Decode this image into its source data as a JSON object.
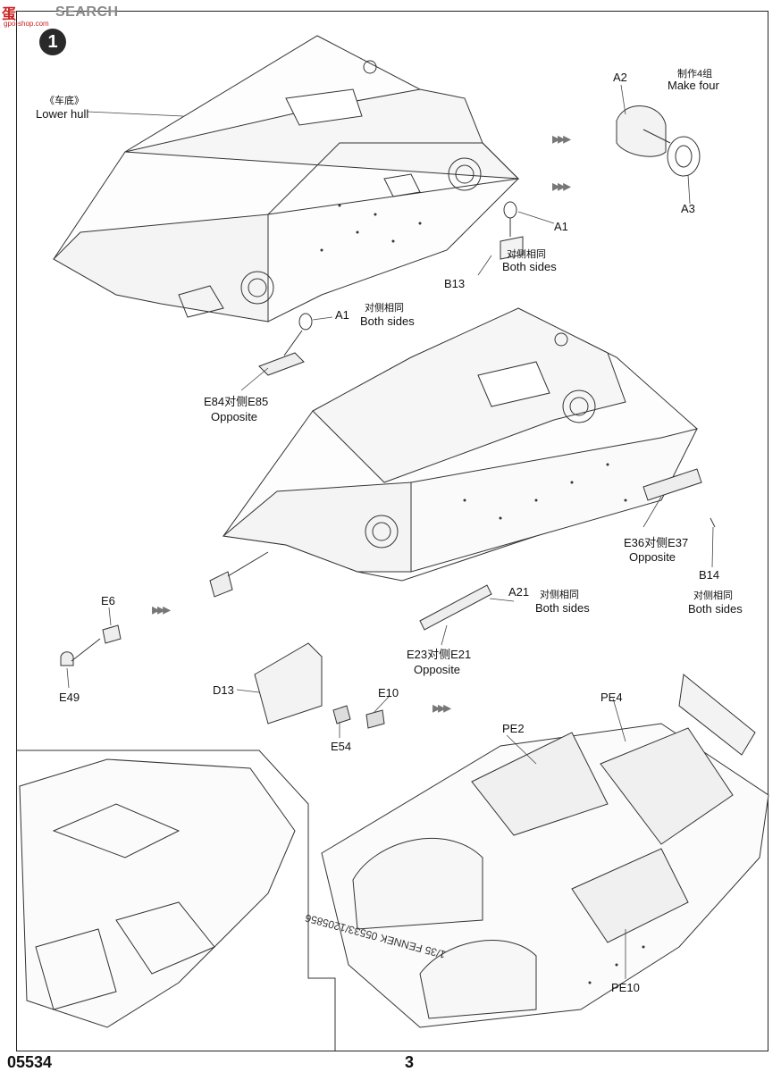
{
  "watermark": {
    "logo": "蛋",
    "brand": "SEARCH",
    "url": "gpo-shop.com"
  },
  "step": {
    "number": "1"
  },
  "labels": {
    "lower_hull_cn": "《车底》",
    "lower_hull_en": "Lower hull",
    "make_four_cn": "制作4组",
    "make_four_en": "Make four",
    "a2": "A2",
    "a3": "A3",
    "a1_top": "A1",
    "a1_mid": "A1",
    "b13": "B13",
    "both_sides_cn_1": "对侧相同",
    "both_sides_en_1": "Both sides",
    "both_sides_cn_2": "对侧相同",
    "both_sides_en_2": "Both sides",
    "e84_e85": "E84对侧E85",
    "opposite_1": "Opposite",
    "e36_e37": "E36对侧E37",
    "opposite_2": "Opposite",
    "b14": "B14",
    "both_sides_cn_3": "对侧相同",
    "both_sides_en_3": "Both sides",
    "a21": "A21",
    "both_sides_cn_4": "对侧相同",
    "both_sides_en_4": "Both sides",
    "e23_e21": "E23对侧E21",
    "opposite_3": "Opposite",
    "e6": "E6",
    "e49": "E49",
    "d13": "D13",
    "e10": "E10",
    "e54": "E54",
    "pe2": "PE2",
    "pe4": "PE4",
    "pe10": "PE10",
    "hull_text": "1/35 FENNEK 05533/1205856"
  },
  "footer": {
    "code": "05534",
    "page": "3"
  }
}
